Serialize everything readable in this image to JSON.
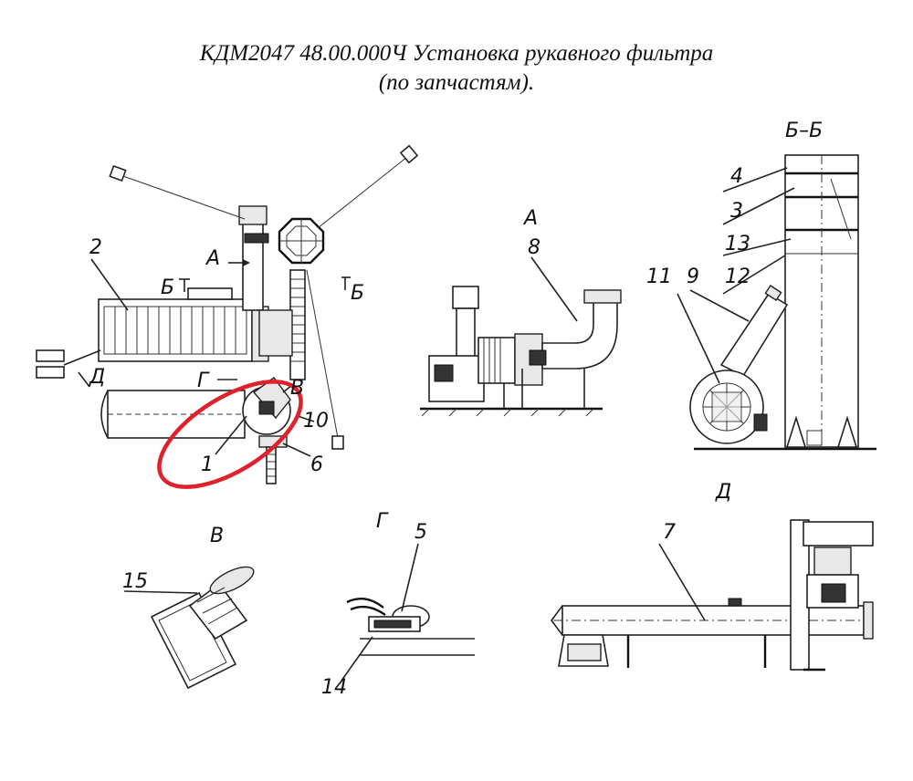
{
  "title_line1": "КДМ2047 48.00.000Ч Установка рукавного фильтра",
  "title_line2": "(по запчастям).",
  "highlight_color": "#e0202a",
  "labels": {
    "n1": "1",
    "n2": "2",
    "n3": "3",
    "n4": "4",
    "n5": "5",
    "n6": "6",
    "n7": "7",
    "n8": "8",
    "n9": "9",
    "n10": "10",
    "n11": "11",
    "n12": "12",
    "n13": "13",
    "n14": "14",
    "n15": "15",
    "view_A_main": "А",
    "view_A": "А",
    "view_B_main": "Б",
    "view_B_main2": "Б",
    "view_BB": "Б–Б",
    "view_V_main": "В",
    "view_V": "В",
    "view_G_main": "Г",
    "view_G": "Г",
    "view_D_main": "Д",
    "view_D": "Д"
  }
}
